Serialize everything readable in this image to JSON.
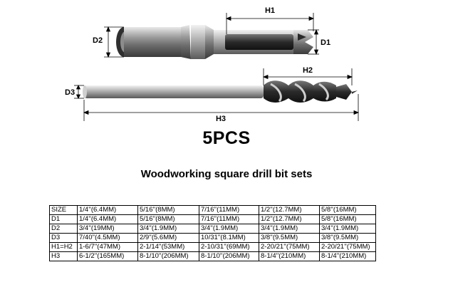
{
  "diagram": {
    "labels": {
      "h1": "H1",
      "d1": "D1",
      "d2": "D2",
      "h2": "H2",
      "d3": "D3",
      "h3": "H3"
    }
  },
  "headline": "5PCS",
  "subtitle": "Woodworking square drill bit sets",
  "table": {
    "rows": [
      [
        "SIZE",
        "1/4''(6.4MM)",
        "5/16''(8MM)",
        "7/16''(11MM)",
        "1/2''(12.7MM)",
        "5/8''(16MM)"
      ],
      [
        "D1",
        "1/4''(6.4MM)",
        "5/16''(8MM)",
        "7/16''(11MM)",
        "1/2''(12.7MM)",
        "5/8''(16MM)"
      ],
      [
        "D2",
        "3/4''(19MM)",
        "3/4''(1.9MM)",
        "3/4''(1.9MM)",
        "3/4''(1.9MM)",
        "3/4''(1.9MM)"
      ],
      [
        "D3",
        "7/40''(4.5MM)",
        "2/9''(5.6MM)",
        "10/31''(8.1MM)",
        "3/8''(9.5MM)",
        "3/8''(9.5MM)"
      ],
      [
        "H1=H2",
        "1-6/7''(47MM)",
        "2-1/14''(53MM)",
        "2-10/31''(69MM)",
        "2-20/21''(75MM)",
        "2-20/21''(75MM)"
      ],
      [
        "H3",
        "6-1/2''(165MM)",
        "8-1/10''(206MM)",
        "8-1/10''(206MM)",
        "8-1/4''(210MM)",
        "8-1/4''(210MM)"
      ]
    ]
  }
}
